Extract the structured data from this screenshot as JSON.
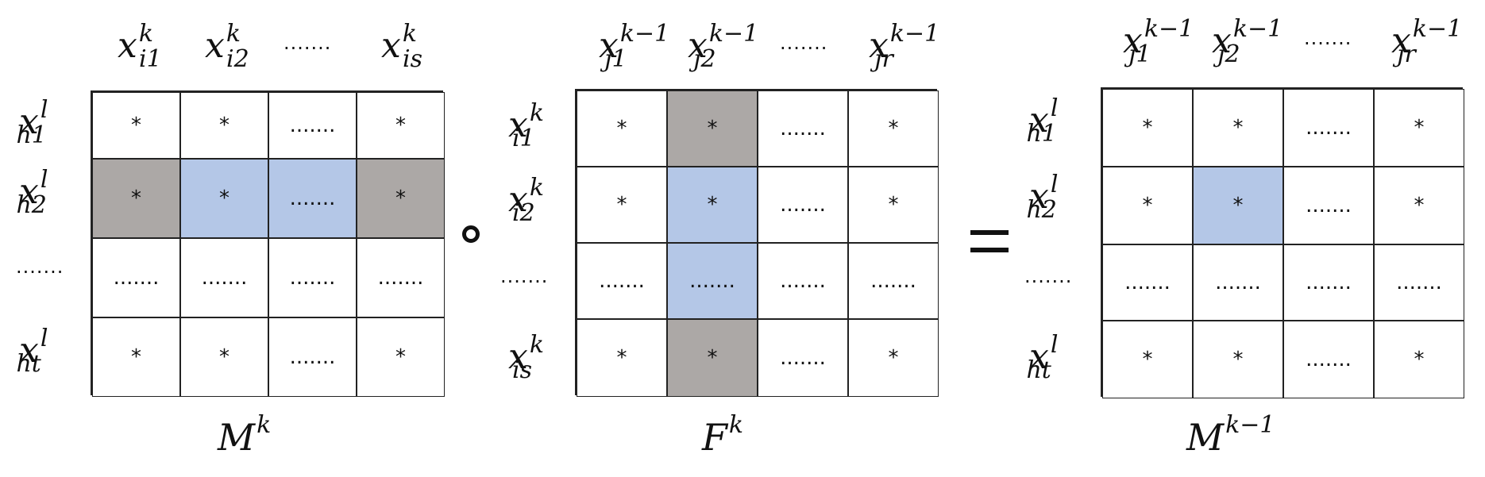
{
  "symbols": {
    "star": "*",
    "dots": "......."
  },
  "matrix_m": {
    "title": {
      "base": "M",
      "sup": "k"
    },
    "col_headers": [
      {
        "base": "x",
        "sup": "k",
        "sub": "i1"
      },
      {
        "base": "x",
        "sup": "k",
        "sub": "i2"
      },
      {
        "dots": "......."
      },
      {
        "base": "x",
        "sup": "k",
        "sub": "is"
      }
    ],
    "row_headers": [
      {
        "base": "x",
        "sup": "l",
        "sub": "h1"
      },
      {
        "base": "x",
        "sup": "l",
        "sub": "h2"
      },
      {
        "dots": "......."
      },
      {
        "base": "x",
        "sup": "l",
        "sub": "ht"
      }
    ],
    "cells": [
      [
        "*",
        "*",
        ".......",
        "*"
      ],
      [
        "*",
        "*",
        ".......",
        "*"
      ],
      [
        ".......",
        ".......",
        ".......",
        "......."
      ],
      [
        "*",
        "*",
        ".......",
        "*"
      ]
    ],
    "highlight": [
      [
        "",
        "",
        "",
        ""
      ],
      [
        "gray",
        "blue",
        "blue",
        "gray"
      ],
      [
        "",
        "",
        "",
        ""
      ],
      [
        "",
        "",
        "",
        ""
      ]
    ]
  },
  "operator_compose": "∘",
  "matrix_f": {
    "title": {
      "base": "F",
      "sup": "k"
    },
    "col_headers": [
      {
        "base": "x",
        "sup": "k−1",
        "sub": "j1"
      },
      {
        "base": "x",
        "sup": "k−1",
        "sub": "j2"
      },
      {
        "dots": "......."
      },
      {
        "base": "x",
        "sup": "k−1",
        "sub": "jr"
      }
    ],
    "row_headers": [
      {
        "base": "x",
        "sup": "k",
        "sub": "i1"
      },
      {
        "base": "x",
        "sup": "k",
        "sub": "i2"
      },
      {
        "dots": "......."
      },
      {
        "base": "x",
        "sup": "k",
        "sub": "is"
      }
    ],
    "cells": [
      [
        "*",
        "*",
        ".......",
        "*"
      ],
      [
        "*",
        "*",
        ".......",
        "*"
      ],
      [
        ".......",
        ".......",
        ".......",
        "......."
      ],
      [
        "*",
        "*",
        ".......",
        "*"
      ]
    ],
    "highlight": [
      [
        "",
        "gray",
        "",
        ""
      ],
      [
        "",
        "blue",
        "",
        ""
      ],
      [
        "",
        "blue",
        "",
        ""
      ],
      [
        "",
        "gray",
        "",
        ""
      ]
    ]
  },
  "operator_equals": "=",
  "matrix_result": {
    "title": {
      "base": "M",
      "sup": "k−1"
    },
    "col_headers": [
      {
        "base": "x",
        "sup": "k−1",
        "sub": "j1"
      },
      {
        "base": "x",
        "sup": "k−1",
        "sub": "j2"
      },
      {
        "dots": "......."
      },
      {
        "base": "x",
        "sup": "k−1",
        "sub": "jr"
      }
    ],
    "row_headers": [
      {
        "base": "x",
        "sup": "l",
        "sub": "h1"
      },
      {
        "base": "x",
        "sup": "l",
        "sub": "h2"
      },
      {
        "dots": "......."
      },
      {
        "base": "x",
        "sup": "l",
        "sub": "ht"
      }
    ],
    "cells": [
      [
        "*",
        "*",
        ".......",
        "*"
      ],
      [
        "*",
        "*",
        ".......",
        "*"
      ],
      [
        ".......",
        ".......",
        ".......",
        "......."
      ],
      [
        "*",
        "*",
        ".......",
        "*"
      ]
    ],
    "highlight": [
      [
        "",
        "",
        "",
        ""
      ],
      [
        "",
        "blue",
        "",
        ""
      ],
      [
        "",
        "",
        "",
        ""
      ],
      [
        "",
        "",
        "",
        ""
      ]
    ]
  },
  "colors": {
    "gray": "#aca8a6",
    "blue": "#b4c7e7",
    "border": "#222222"
  }
}
